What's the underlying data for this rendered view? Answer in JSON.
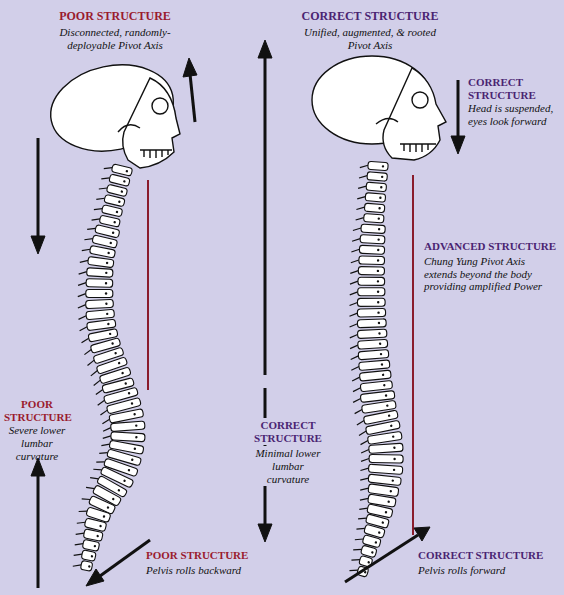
{
  "diagram": {
    "labels": [
      "POOR STRUCTURE",
      "Disconnected, randomly-deployable Pivot Axis",
      "CORRECT STRUCTURE",
      "Unified, augmented, & rooted Pivot Axis",
      "CORRECT STRUCTURE",
      "Head is suspended, eyes look forward",
      "ADVANCED STRUCTURE",
      "Chung Yung Pivot Axis extends beyond the body providing amplified Power",
      "POOR STRUCTURE",
      "Severe lower lumbar curvature",
      "CORRECT STRUCTURE",
      "Minimal lower lumbar curvature",
      "POOR STRUCTURE",
      "Pelvis rolls backward",
      "CORRECT STRUCTURE",
      "Pelvis rolls forward"
    ]
  }
}
